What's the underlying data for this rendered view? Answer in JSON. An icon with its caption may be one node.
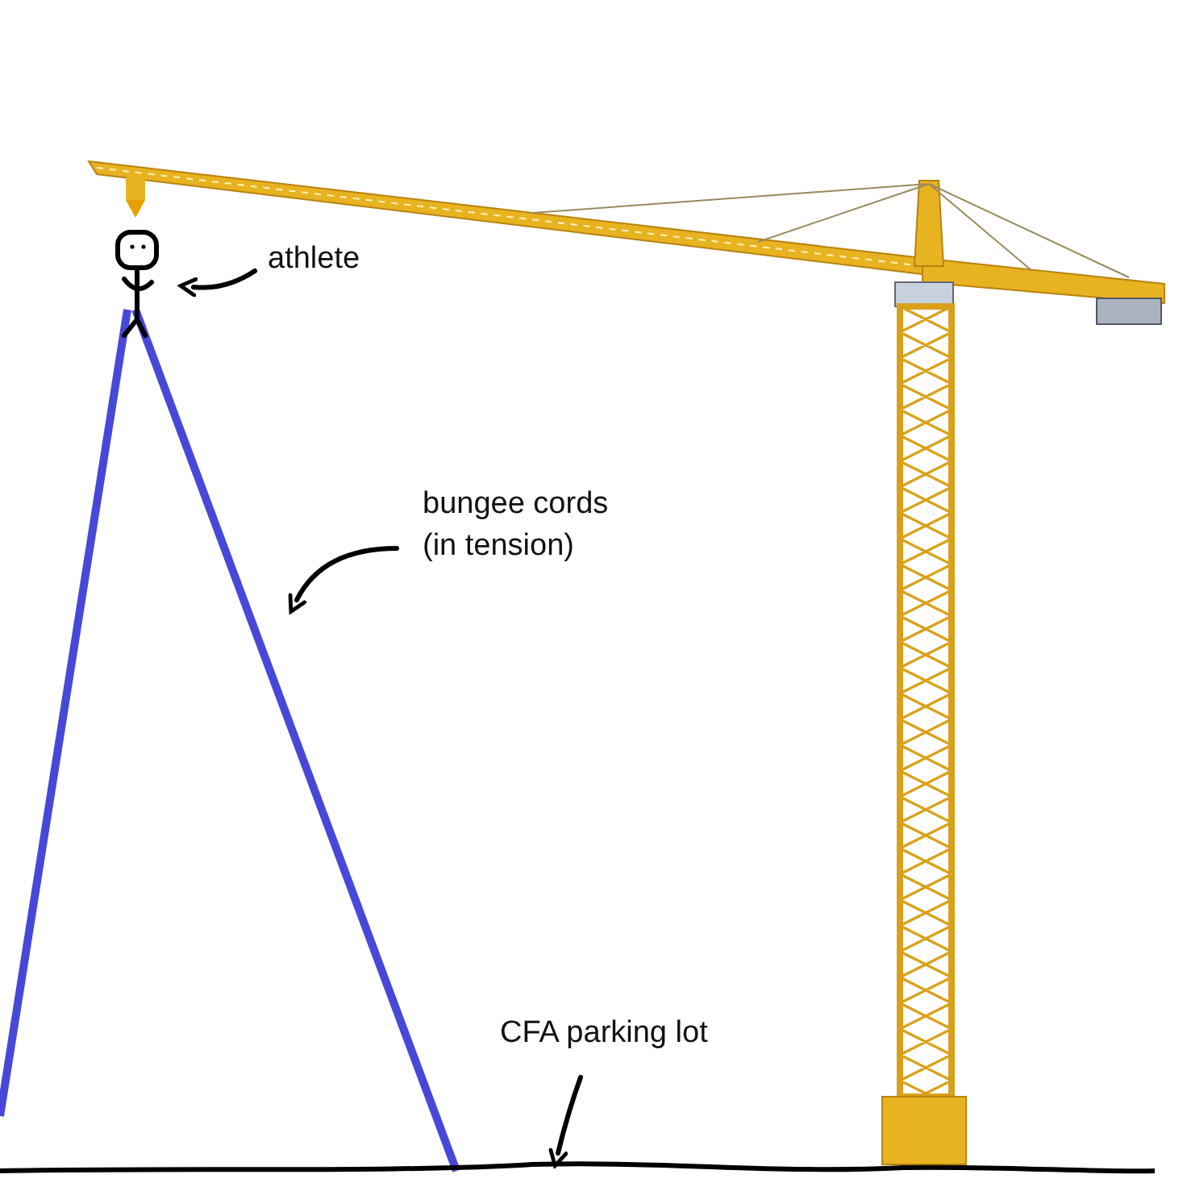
{
  "diagram": {
    "nodes": [
      {
        "text": [
          "athlete"
        ]
      },
      {
        "text": [],
        "shape": "person"
      },
      {
        "text": [
          "bungee cords (in tension)"
        ]
      },
      {
        "text": [
          "CFA parking lot"
        ]
      }
    ],
    "edges": [
      {
        "from": 0,
        "to": 1,
        "arrow": "to"
      },
      {
        "from": 2,
        "to": null,
        "arrow": "to"
      },
      {
        "from": 3,
        "to": null,
        "arrow": "to"
      }
    ]
  }
}
